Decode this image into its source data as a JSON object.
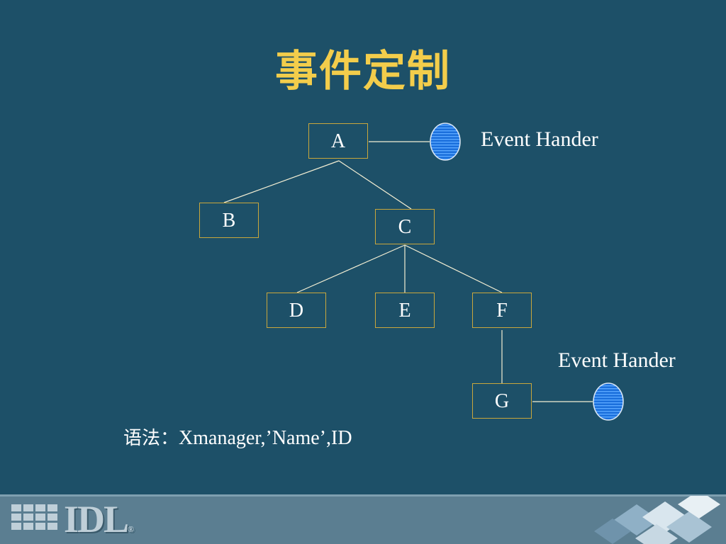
{
  "slide": {
    "title": "事件定制",
    "syntax_prefix": "语法：",
    "syntax_code": "Xmanager,’Name’,ID"
  },
  "tree": {
    "nodes": [
      "A",
      "B",
      "C",
      "D",
      "E",
      "F",
      "G"
    ],
    "edges": [
      [
        "A",
        "B"
      ],
      [
        "A",
        "C"
      ],
      [
        "C",
        "D"
      ],
      [
        "C",
        "E"
      ],
      [
        "C",
        "F"
      ],
      [
        "F",
        "G"
      ]
    ],
    "handlers": [
      {
        "node": "A",
        "label": "Event Hander"
      },
      {
        "node": "G",
        "label": "Event Hander"
      }
    ]
  },
  "footer": {
    "brand": "IDL",
    "registered": "®"
  },
  "colors": {
    "background": "#1d5068",
    "title": "#f3cd4b",
    "node_border": "#c9a73c",
    "handler_fill": "#1a6fdc",
    "footer": "#5b7e91"
  }
}
